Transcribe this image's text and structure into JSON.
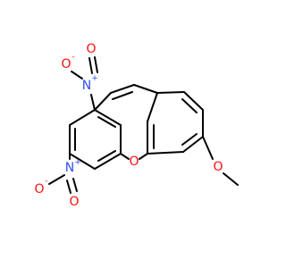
{
  "molecule": {
    "colors": {
      "bond": "#000000",
      "oxygen": "#ff0d0d",
      "nitrogen": "#3050f8"
    },
    "atoms": {
      "nitro1_n": "N",
      "nitro1_n_charge": "+",
      "nitro1_o_single": "O",
      "nitro1_o_single_charge": "-",
      "nitro1_o_double": "O",
      "nitro2_n": "N",
      "nitro2_n_charge": "+",
      "nitro2_o_single": "O",
      "nitro2_o_single_charge": "-",
      "nitro2_o_double": "O",
      "ring_oxygen": "O",
      "methoxy_oxygen": "O"
    }
  }
}
